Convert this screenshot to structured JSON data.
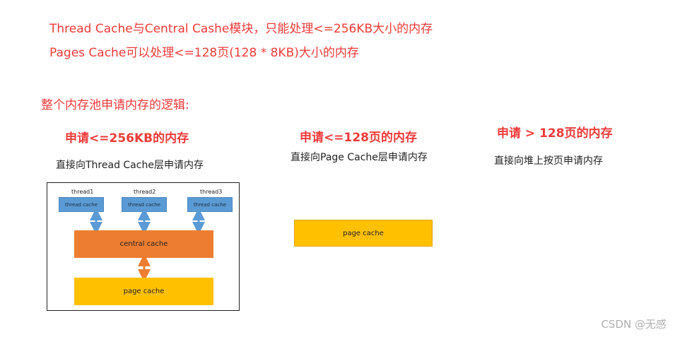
{
  "notes": {
    "line1": "Thread Cache与Central Cashe模块，只能处理<=256KB大小的内存",
    "line2": "Pages Cache可以处理<=128页(128 * 8KB)大小的内存"
  },
  "heading": "整个内存池申请内存的逻辑:",
  "columns": [
    {
      "title": "申请<=256KB的内存",
      "desc": "直接向Thread Cache层申请内存"
    },
    {
      "title": "申请<=128页的内存",
      "desc": "直接向Page Cache层申请内存"
    },
    {
      "title": "申请  > 128页的内存",
      "desc": "直接向堆上按页申请内存"
    }
  ],
  "diagram": {
    "threads": [
      {
        "label": "thread1",
        "cache": "thread cache"
      },
      {
        "label": "thread2",
        "cache": "thread cache"
      },
      {
        "label": "thread3",
        "cache": "thread cache"
      }
    ],
    "central_cache": "central cache",
    "page_cache": "page cache",
    "colors": {
      "thread_cache": "#5b9bd5",
      "central_cache": "#ed7d31",
      "page_cache": "#ffc000",
      "arrow_blue": "#5b9bd5",
      "arrow_orange": "#ed7d31"
    }
  },
  "page_cache_box": "page cache",
  "watermark": "CSDN @无感"
}
